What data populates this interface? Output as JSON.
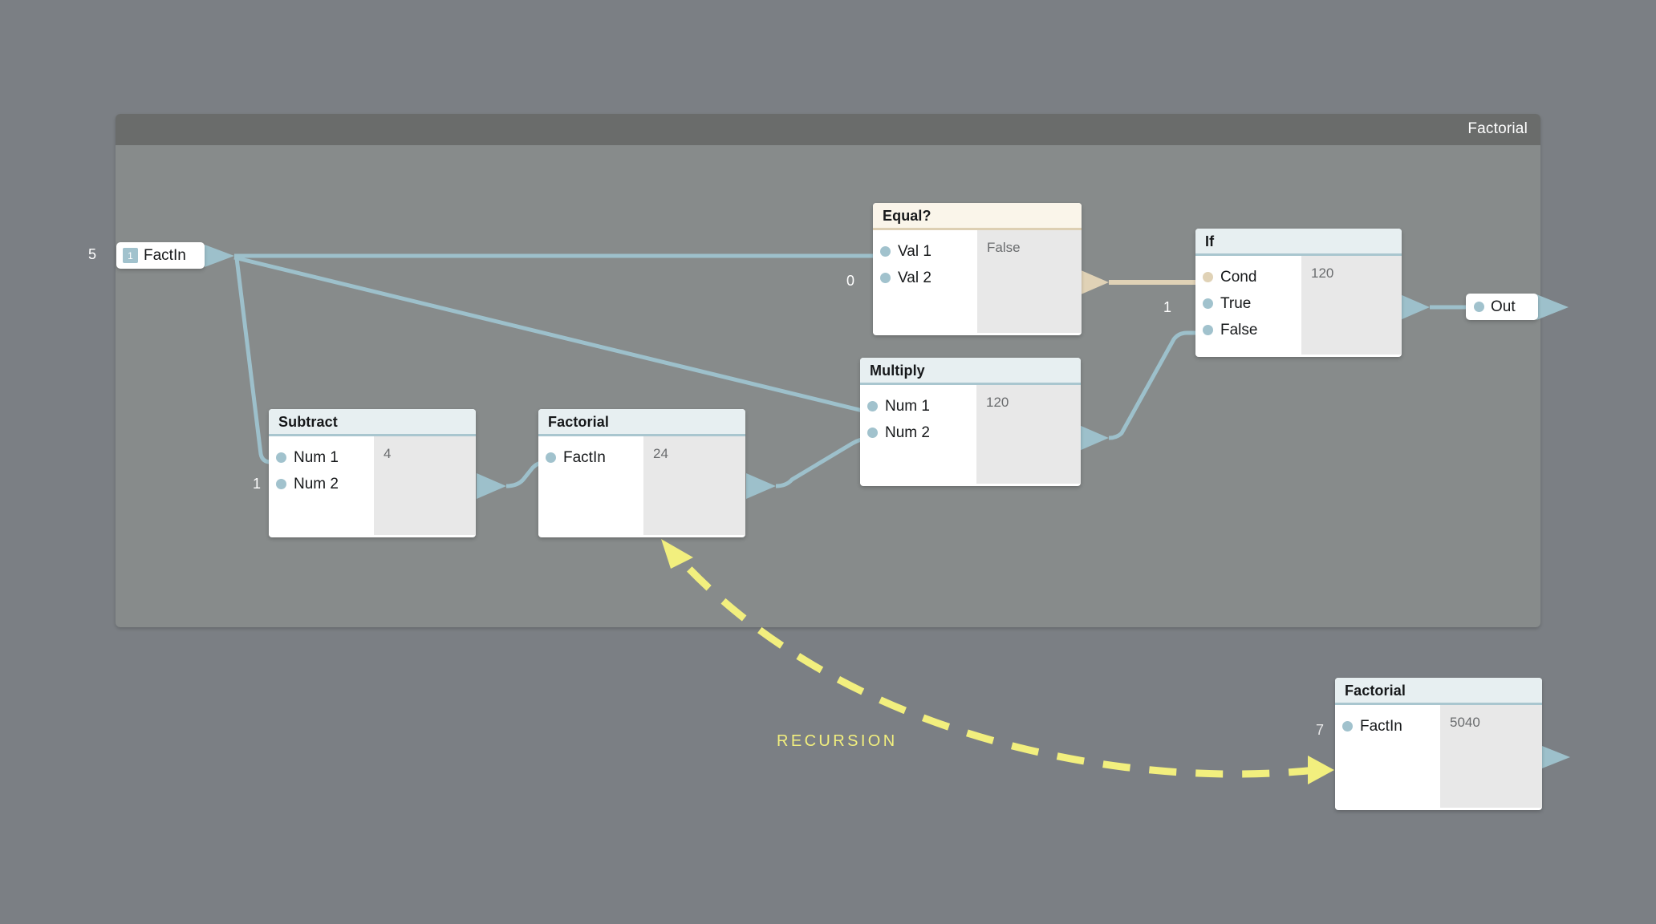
{
  "canvas": {
    "title": "Factorial"
  },
  "colors": {
    "background": "#7b7f84",
    "canvas": "#878b8b",
    "titlebar": "#6a6c6b",
    "wire_blue": "#9dc0cb",
    "wire_cream": "#e0d2b6",
    "recursion_yellow": "#f2ef7e",
    "header_blue": "#e7eff1",
    "header_cream": "#faf5ea",
    "value_panel": "#e8e8e8"
  },
  "input_node": {
    "badge": "1",
    "label": "FactIn",
    "external_value": "5"
  },
  "output_node": {
    "label": "Out"
  },
  "nodes": [
    {
      "id": "equal",
      "title": "Equal?",
      "header_style": "cream",
      "value": "False",
      "ports": [
        {
          "label": "Val 1",
          "dot": "blue",
          "external": ""
        },
        {
          "label": "Val 2",
          "dot": "blue",
          "external": "0"
        }
      ]
    },
    {
      "id": "if",
      "title": "If",
      "header_style": "blue",
      "value": "120",
      "ports": [
        {
          "label": "Cond",
          "dot": "cream",
          "external": ""
        },
        {
          "label": "True",
          "dot": "blue",
          "external": "1"
        },
        {
          "label": "False",
          "dot": "blue",
          "external": ""
        }
      ]
    },
    {
      "id": "multiply",
      "title": "Multiply",
      "header_style": "blue",
      "value": "120",
      "ports": [
        {
          "label": "Num 1",
          "dot": "blue",
          "external": ""
        },
        {
          "label": "Num 2",
          "dot": "blue",
          "external": ""
        }
      ]
    },
    {
      "id": "subtract",
      "title": "Subtract",
      "header_style": "blue",
      "value": "4",
      "ports": [
        {
          "label": "Num 1",
          "dot": "blue",
          "external": ""
        },
        {
          "label": "Num 2",
          "dot": "blue",
          "external": "1"
        }
      ]
    },
    {
      "id": "factorial-inner",
      "title": "Factorial",
      "header_style": "blue",
      "value": "24",
      "ports": [
        {
          "label": "FactIn",
          "dot": "blue",
          "external": ""
        }
      ]
    },
    {
      "id": "factorial-outer",
      "title": "Factorial",
      "header_style": "blue",
      "value": "5040",
      "ports": [
        {
          "label": "FactIn",
          "dot": "blue",
          "external": "7"
        }
      ]
    }
  ],
  "annotation": {
    "recursion_label": "RECURSION"
  }
}
